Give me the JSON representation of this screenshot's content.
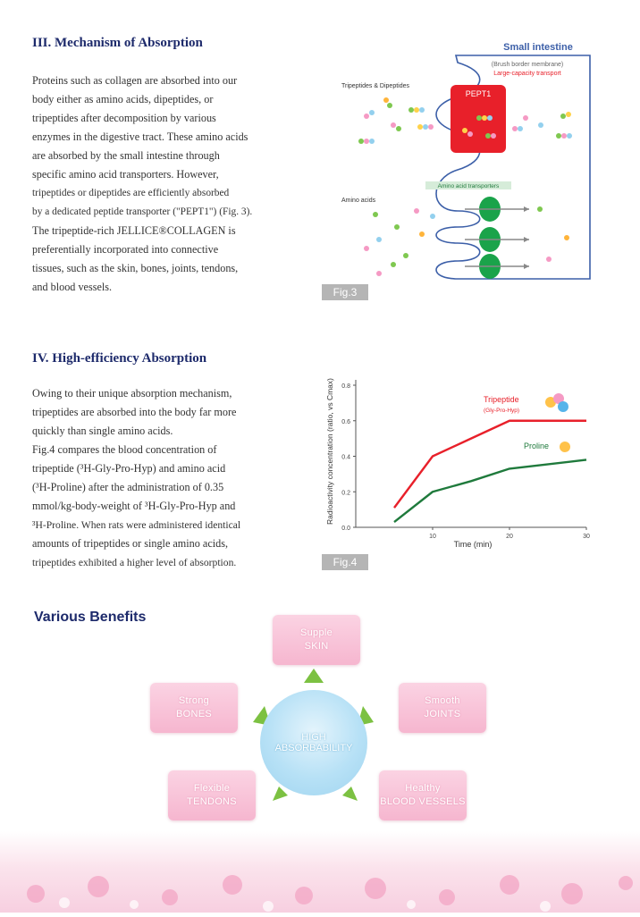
{
  "section3": {
    "title": "III. Mechanism of Absorption",
    "paragraph_lines": [
      "Proteins such as collagen are absorbed into our",
      "body either as amino acids, dipeptides, or",
      "tripeptides after decomposition by various",
      "enzymes in the digestive tract. These amino acids",
      "are absorbed by the small intestine through",
      "specific amino acid transporters. However,",
      "tripeptides or dipeptides are efficiently absorbed",
      "by a dedicated peptide transporter (\"PEPT1\") (Fig. 3).",
      "The tripeptide-rich JELLICE®COLLAGEN is",
      "preferentially incorporated into connective",
      "tissues, such as the skin, bones, joints, tendons,",
      "and blood vessels."
    ]
  },
  "fig3": {
    "title": "Small intestine",
    "membrane_label": "(Brush border membrane)",
    "transport_label": "Large-capacity transport",
    "tripeptides_label": "Tripeptides & Dipeptides",
    "pept1_label": "PEPT1",
    "transporters_label": "Amino acid transporters",
    "amino_label": "Amino acids",
    "fig_label": "Fig.3",
    "colors": {
      "pept1": "#e8202a",
      "transporter": "#1aa34a",
      "membrane": "#3c5fa8"
    }
  },
  "section4": {
    "title": "IV. High-efficiency Absorption",
    "paragraph_lines": [
      "Owing to their unique absorption mechanism,",
      "tripeptides are absorbed into the body far more",
      "quickly than single amino acids.",
      "Fig.4 compares the blood concentration of",
      "tripeptide (³H-Gly-Pro-Hyp) and amino acid",
      "(³H-Proline) after the administration of 0.35",
      "mmol/kg-body-weight of ³H-Gly-Pro-Hyp and",
      "³H-Proline. When rats were administered identical",
      "amounts of tripeptides or single amino acids,",
      "tripeptides exhibited a higher level of absorption."
    ]
  },
  "chart_data": {
    "type": "line",
    "xlabel": "Time (min)",
    "ylabel": "Radioactivity concentration (ratio, vs Cmax)",
    "xlim": [
      0,
      30
    ],
    "ylim": [
      0,
      0.8
    ],
    "xticks": [
      "10",
      "20",
      "30"
    ],
    "yticks": [
      "0.0",
      "0.2",
      "0.4",
      "0.6",
      "0.8"
    ],
    "grid": false,
    "series": [
      {
        "name": "Tripeptide",
        "sublabel": "(Gly-Pro-Hyp)",
        "color": "#e8202a",
        "x": [
          5,
          10,
          15,
          20,
          30
        ],
        "y": [
          0.11,
          0.4,
          0.5,
          0.6,
          0.6
        ]
      },
      {
        "name": "Proline",
        "color": "#1f7a3c",
        "x": [
          5,
          10,
          15,
          20,
          30
        ],
        "y": [
          0.03,
          0.2,
          0.26,
          0.33,
          0.38
        ]
      }
    ],
    "fig_label": "Fig.4"
  },
  "benefits": {
    "title": "Various Benefits",
    "center_lines": [
      "HIGH",
      "ABSORBABILITY"
    ],
    "items": [
      {
        "key": "skin",
        "lines": [
          "Supple",
          "SKIN"
        ]
      },
      {
        "key": "bones",
        "lines": [
          "Strong",
          "BONES"
        ]
      },
      {
        "key": "joints",
        "lines": [
          "Smooth",
          "JOINTS"
        ]
      },
      {
        "key": "tendons",
        "lines": [
          "Flexible",
          "TENDONS"
        ]
      },
      {
        "key": "blood-vessels",
        "lines": [
          "Healthy",
          "BLOOD VESSELS"
        ]
      }
    ],
    "colors": {
      "box": "#f6b6cf",
      "arrow": "#7cc142",
      "circle": "#9fd4ef"
    }
  }
}
